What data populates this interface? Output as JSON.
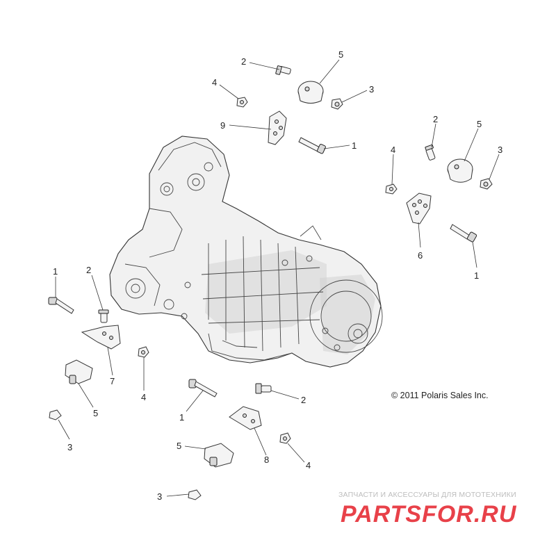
{
  "diagram": {
    "copyright": "© 2011 Polaris Sales Inc.",
    "watermark": {
      "tagline": "ЗАПЧАСТИ И АКСЕССУАРЫ ДЛЯ МОТОТЕХНИКИ",
      "logo_text": "PARTSFOR.RU",
      "colors": {
        "red": "#e4202a",
        "gray": "#bdbdbd"
      }
    },
    "callouts": {
      "c2_top": "2",
      "c5_top": "5",
      "c4_top": "4",
      "c3_top": "3",
      "c9": "9",
      "c1_top": "1",
      "c2_right": "2",
      "c5_right": "5",
      "c4_right": "4",
      "c3_right": "3",
      "c6": "6",
      "c1_right": "1",
      "c1_left": "1",
      "c2_left": "2",
      "c7": "7",
      "c4_left": "4",
      "c5_left": "5",
      "c3_left": "3",
      "c1_bottom": "1",
      "c2_bottom": "2",
      "c8": "8",
      "c4_bottom": "4",
      "c5_bottom": "5",
      "c3_bottom": "3"
    }
  }
}
